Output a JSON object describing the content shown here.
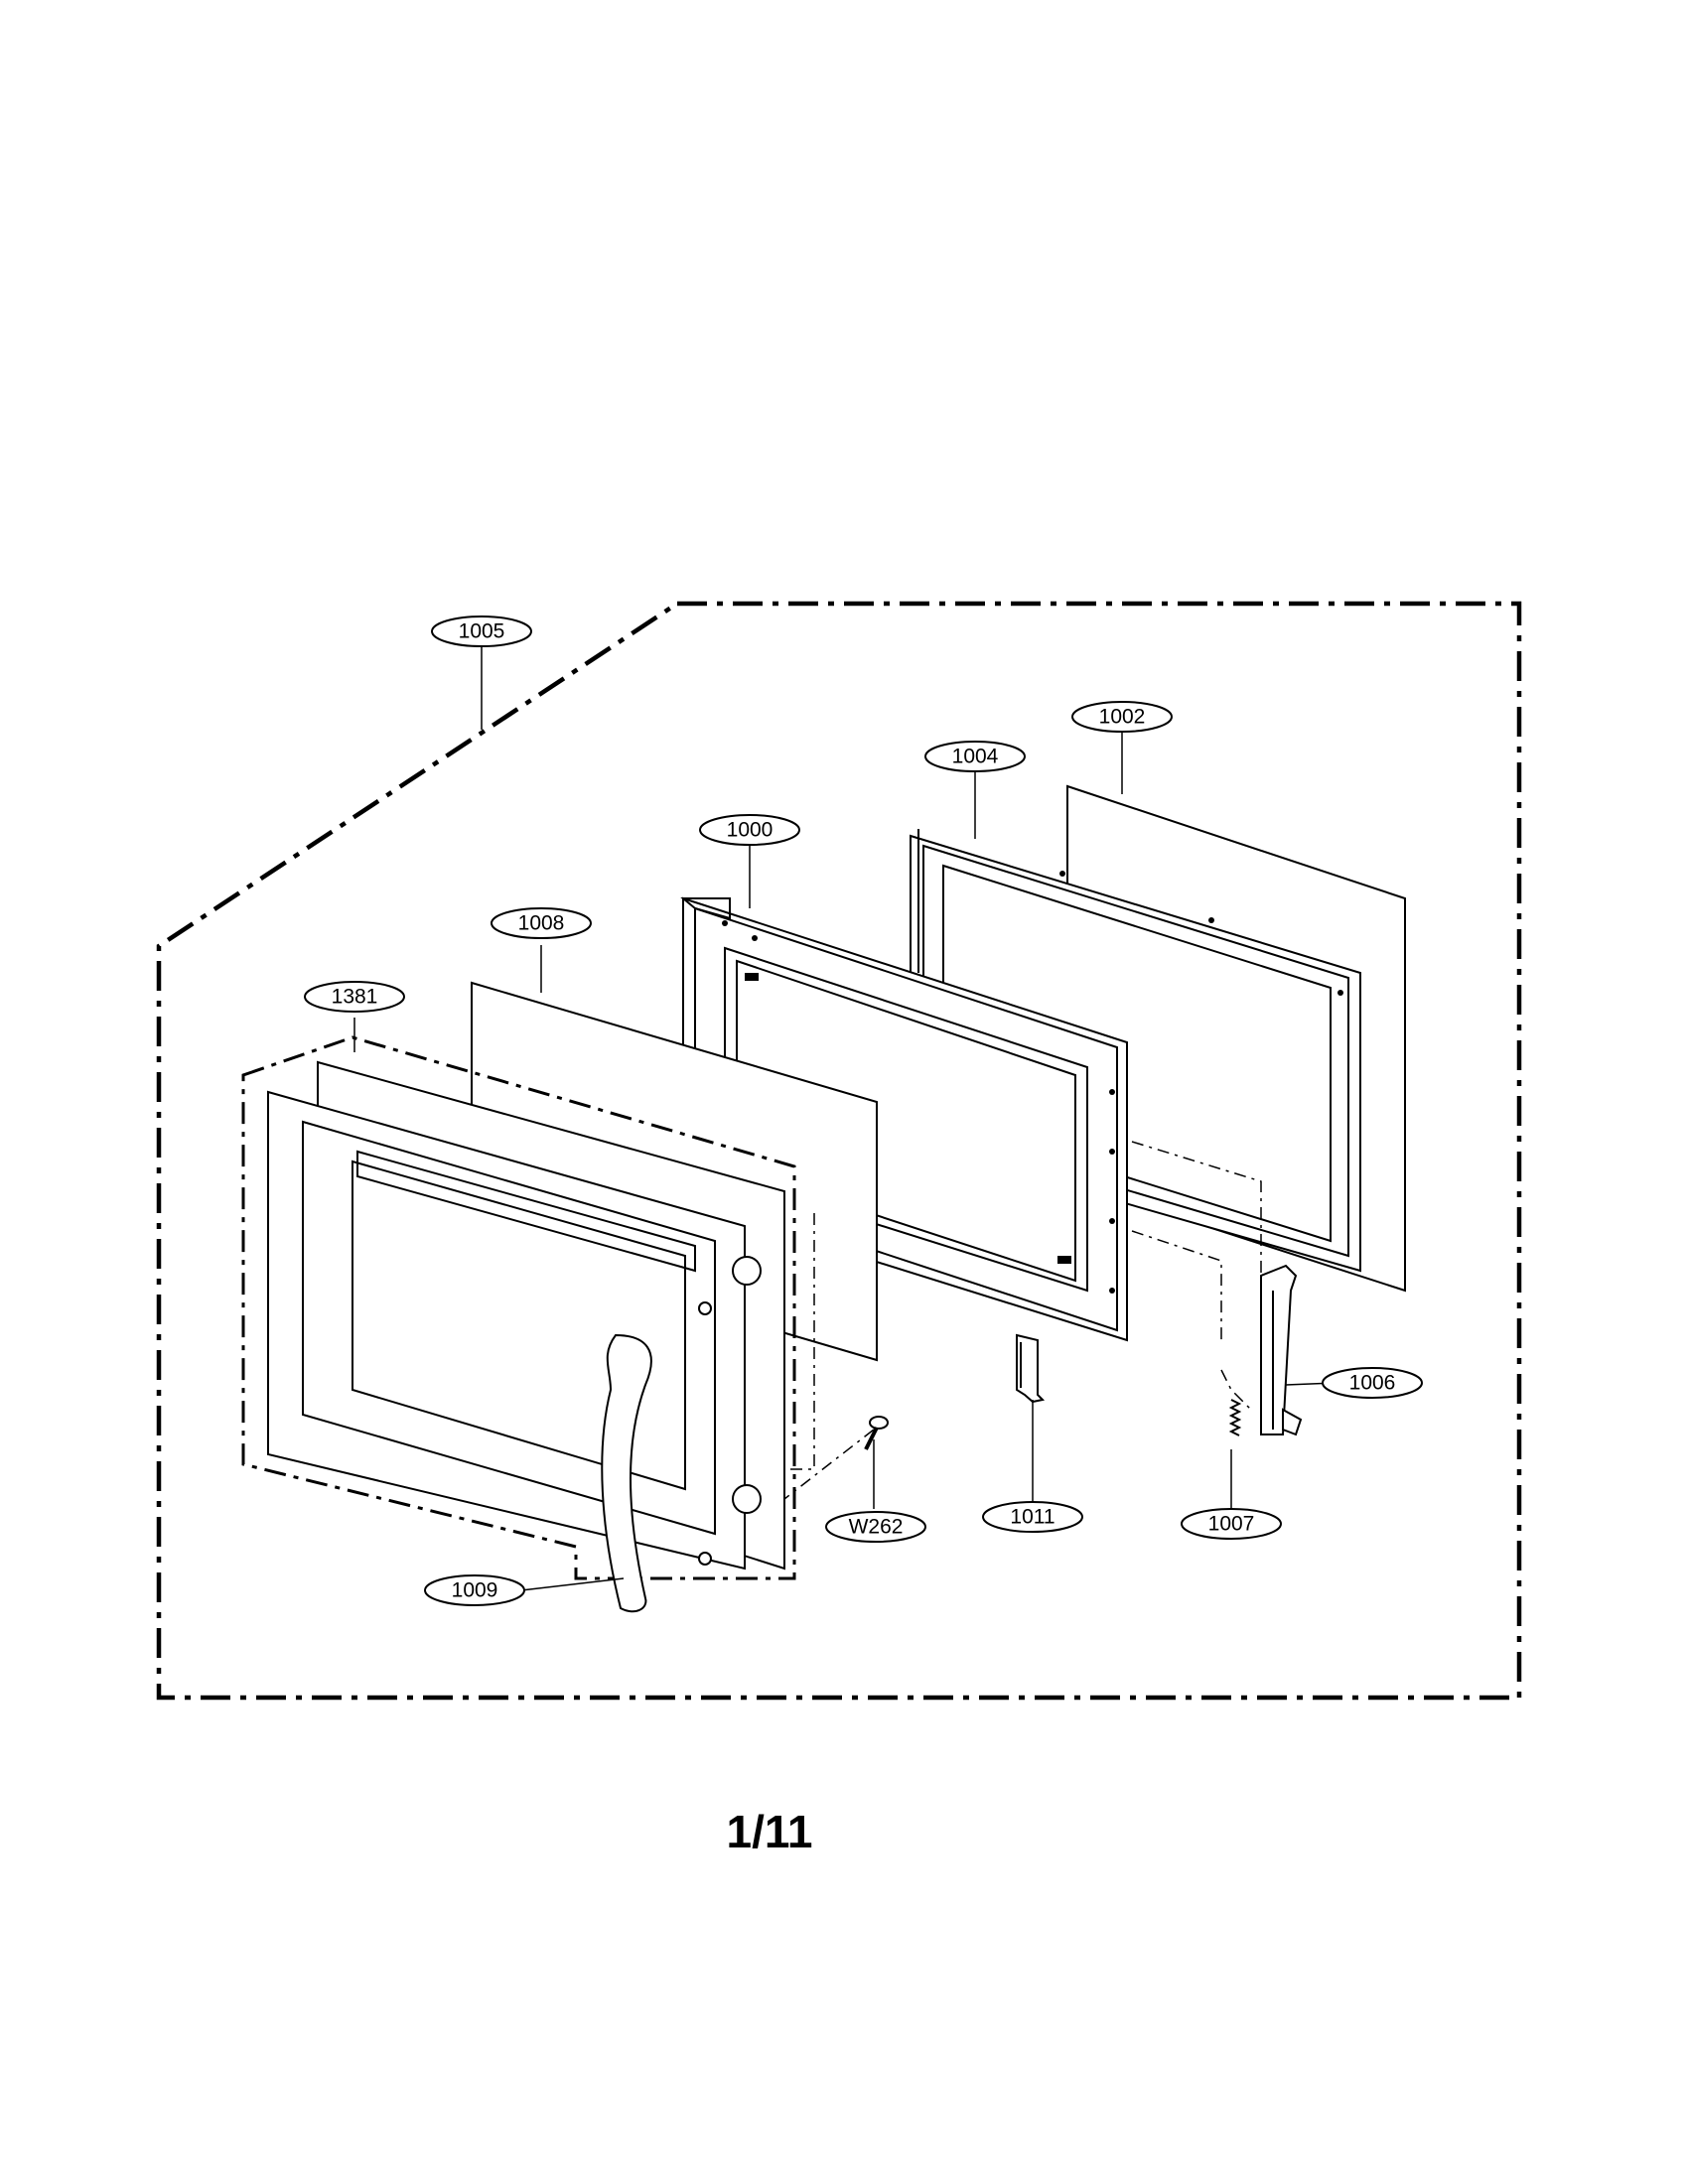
{
  "parts": [
    {
      "id": "1005",
      "label": "1005"
    },
    {
      "id": "1002",
      "label": "1002"
    },
    {
      "id": "1004",
      "label": "1004"
    },
    {
      "id": "1000",
      "label": "1000"
    },
    {
      "id": "1008",
      "label": "1008"
    },
    {
      "id": "1381",
      "label": "1381"
    },
    {
      "id": "1006",
      "label": "1006"
    },
    {
      "id": "W262",
      "label": "W262"
    },
    {
      "id": "1011",
      "label": "1011"
    },
    {
      "id": "1007",
      "label": "1007"
    },
    {
      "id": "1009",
      "label": "1009"
    }
  ],
  "page": {
    "number": "1/11"
  }
}
